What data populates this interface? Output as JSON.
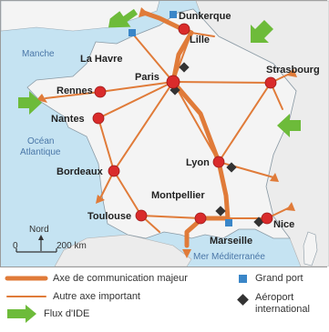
{
  "cities": {
    "dunkerque": "Dunkerque",
    "lille": "Lille",
    "le_havre": "La Havre",
    "paris": "Paris",
    "strasbourg": "Strasbourg",
    "rennes": "Rennes",
    "nantes": "Nantes",
    "bordeaux": "Bordeaux",
    "lyon": "Lyon",
    "montpellier": "Montpellier",
    "toulouse": "Toulouse",
    "marseille": "Marseille",
    "nice": "Nice"
  },
  "seas": {
    "manche": "Manche",
    "ocean_line1": "Océan",
    "ocean_line2": "Atlantique",
    "mediterranee": "Mer Méditerranée"
  },
  "scale": {
    "north": "Nord",
    "zero": "0",
    "distance": "200 km"
  },
  "legend": {
    "major_axis": "Axe de communication majeur",
    "other_axis": "Autre axe important",
    "fdi_flow": "Flux d'IDE",
    "port": "Grand port",
    "airport_line1": "Aéroport",
    "airport_line2": "international"
  },
  "colors": {
    "road": "#e07b39",
    "city": "#d92b2b",
    "fdi_arrow": "#6dbb3a",
    "port": "#3a86c8",
    "airport": "#333333",
    "sea": "#c5e3f2",
    "land": "#f4f4f4"
  }
}
